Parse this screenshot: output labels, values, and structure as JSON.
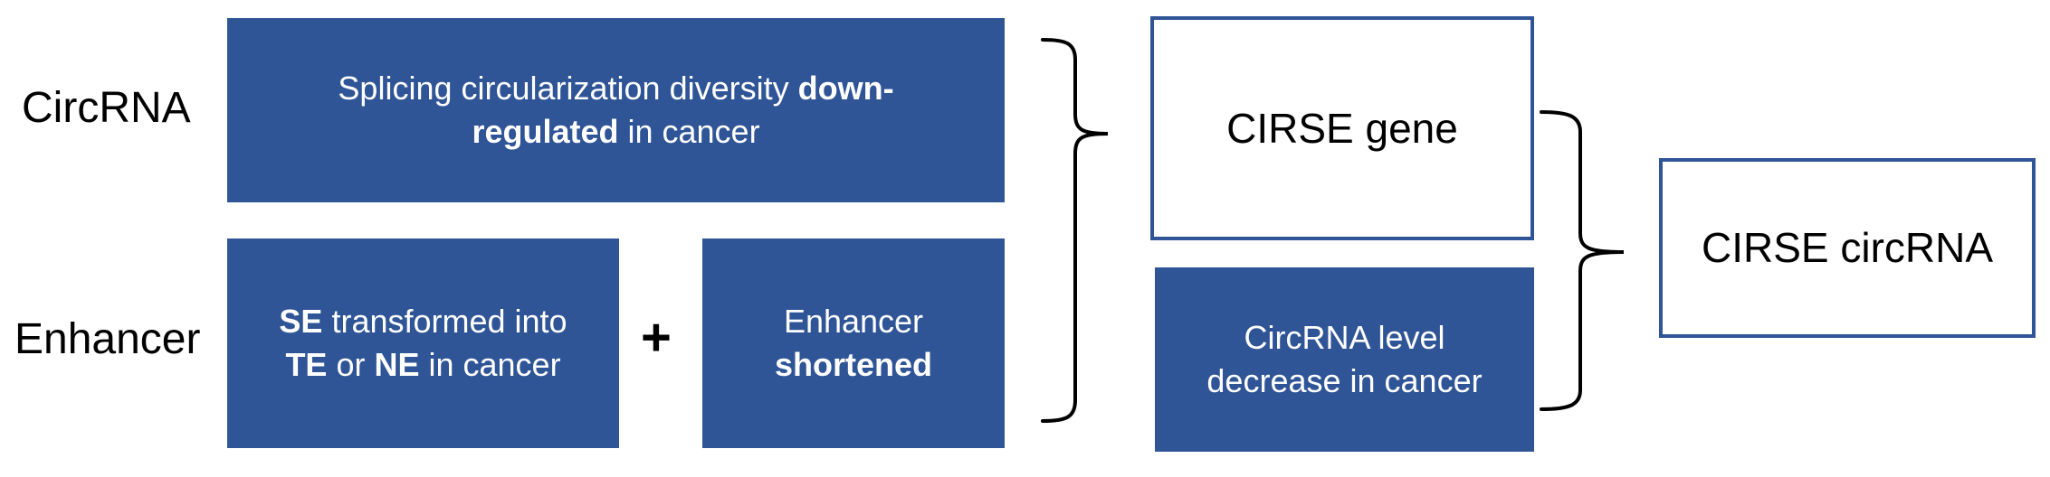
{
  "rows": {
    "circrna_label": "CircRNA",
    "enhancer_label": "Enhancer"
  },
  "boxes": {
    "splicing": {
      "line1": "Splicing circularization diversity ",
      "line1_bold": "down-",
      "line2_bold": "regulated",
      "line2": " in cancer"
    },
    "se_transformed": {
      "line1_bold": "SE",
      "line1": " transformed into",
      "line2_bold_a": "TE",
      "line2_mid": " or ",
      "line2_bold_b": "NE",
      "line2_end": " in cancer"
    },
    "shortened": {
      "line1": "Enhancer",
      "line2_bold": "shortened"
    },
    "cirse_gene": {
      "label": "CIRSE gene"
    },
    "circrna_level": {
      "line1": "CircRNA level",
      "line2": "decrease in cancer"
    },
    "cirse_circrna": {
      "label": "CIRSE circRNA"
    }
  },
  "operator": "+",
  "colors": {
    "box_fill": "#2f5597",
    "box_border": "#2f5597",
    "bracket": "#000000"
  }
}
